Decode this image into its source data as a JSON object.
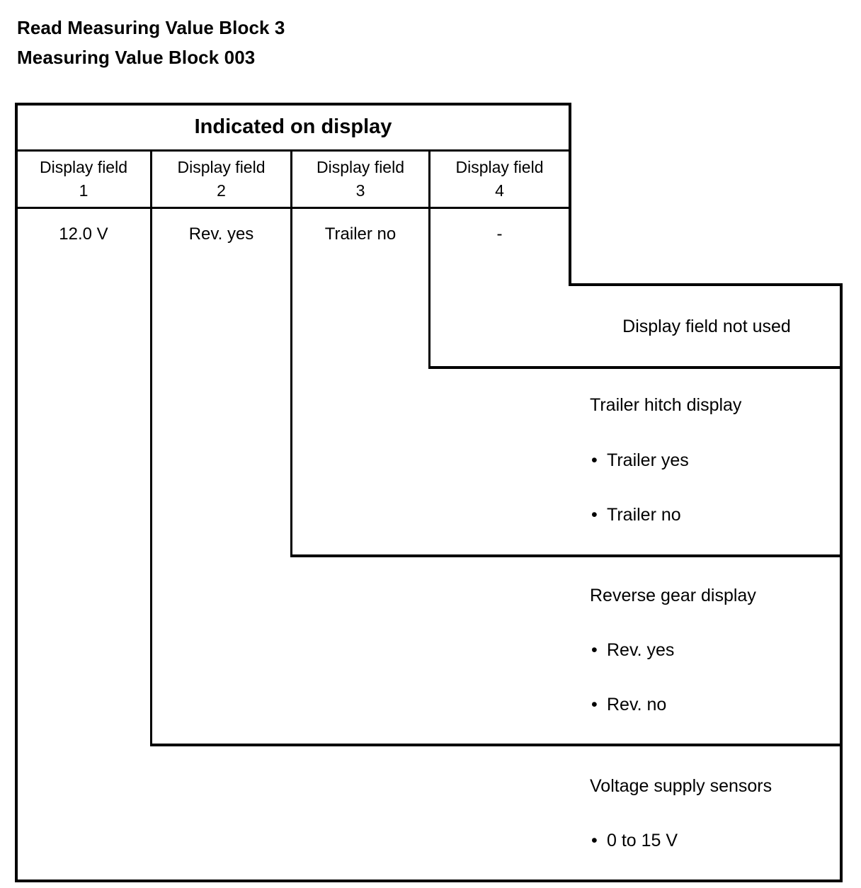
{
  "document": {
    "title_lines": [
      "Read Measuring Value Block 3",
      "Measuring Value Block 003"
    ]
  },
  "table": {
    "banner": "Indicated on display",
    "columns": [
      {
        "header_line1": "Display field",
        "header_line2": "1",
        "value": "12.0 V"
      },
      {
        "header_line1": "Display field",
        "header_line2": "2",
        "value": "Rev. yes"
      },
      {
        "header_line1": "Display field",
        "header_line2": "3",
        "value": "Trailer no"
      },
      {
        "header_line1": "Display field",
        "header_line2": "4",
        "value": "-"
      }
    ]
  },
  "panels": [
    {
      "id": "display-field-4",
      "note": "Display field not used",
      "heading": "",
      "bullets": []
    },
    {
      "id": "display-field-3",
      "note": "",
      "heading": "Trailer hitch display",
      "bullets": [
        "Trailer yes",
        "Trailer no"
      ]
    },
    {
      "id": "display-field-2",
      "note": "",
      "heading": "Reverse gear display",
      "bullets": [
        "Rev. yes",
        "Rev. no"
      ]
    },
    {
      "id": "display-field-1",
      "note": "",
      "heading": "Voltage supply sensors",
      "bullets": [
        "0 to 15 V"
      ]
    }
  ],
  "bullet_glyph": "•",
  "colors": {
    "ink": "#000000",
    "paper": "#ffffff"
  }
}
